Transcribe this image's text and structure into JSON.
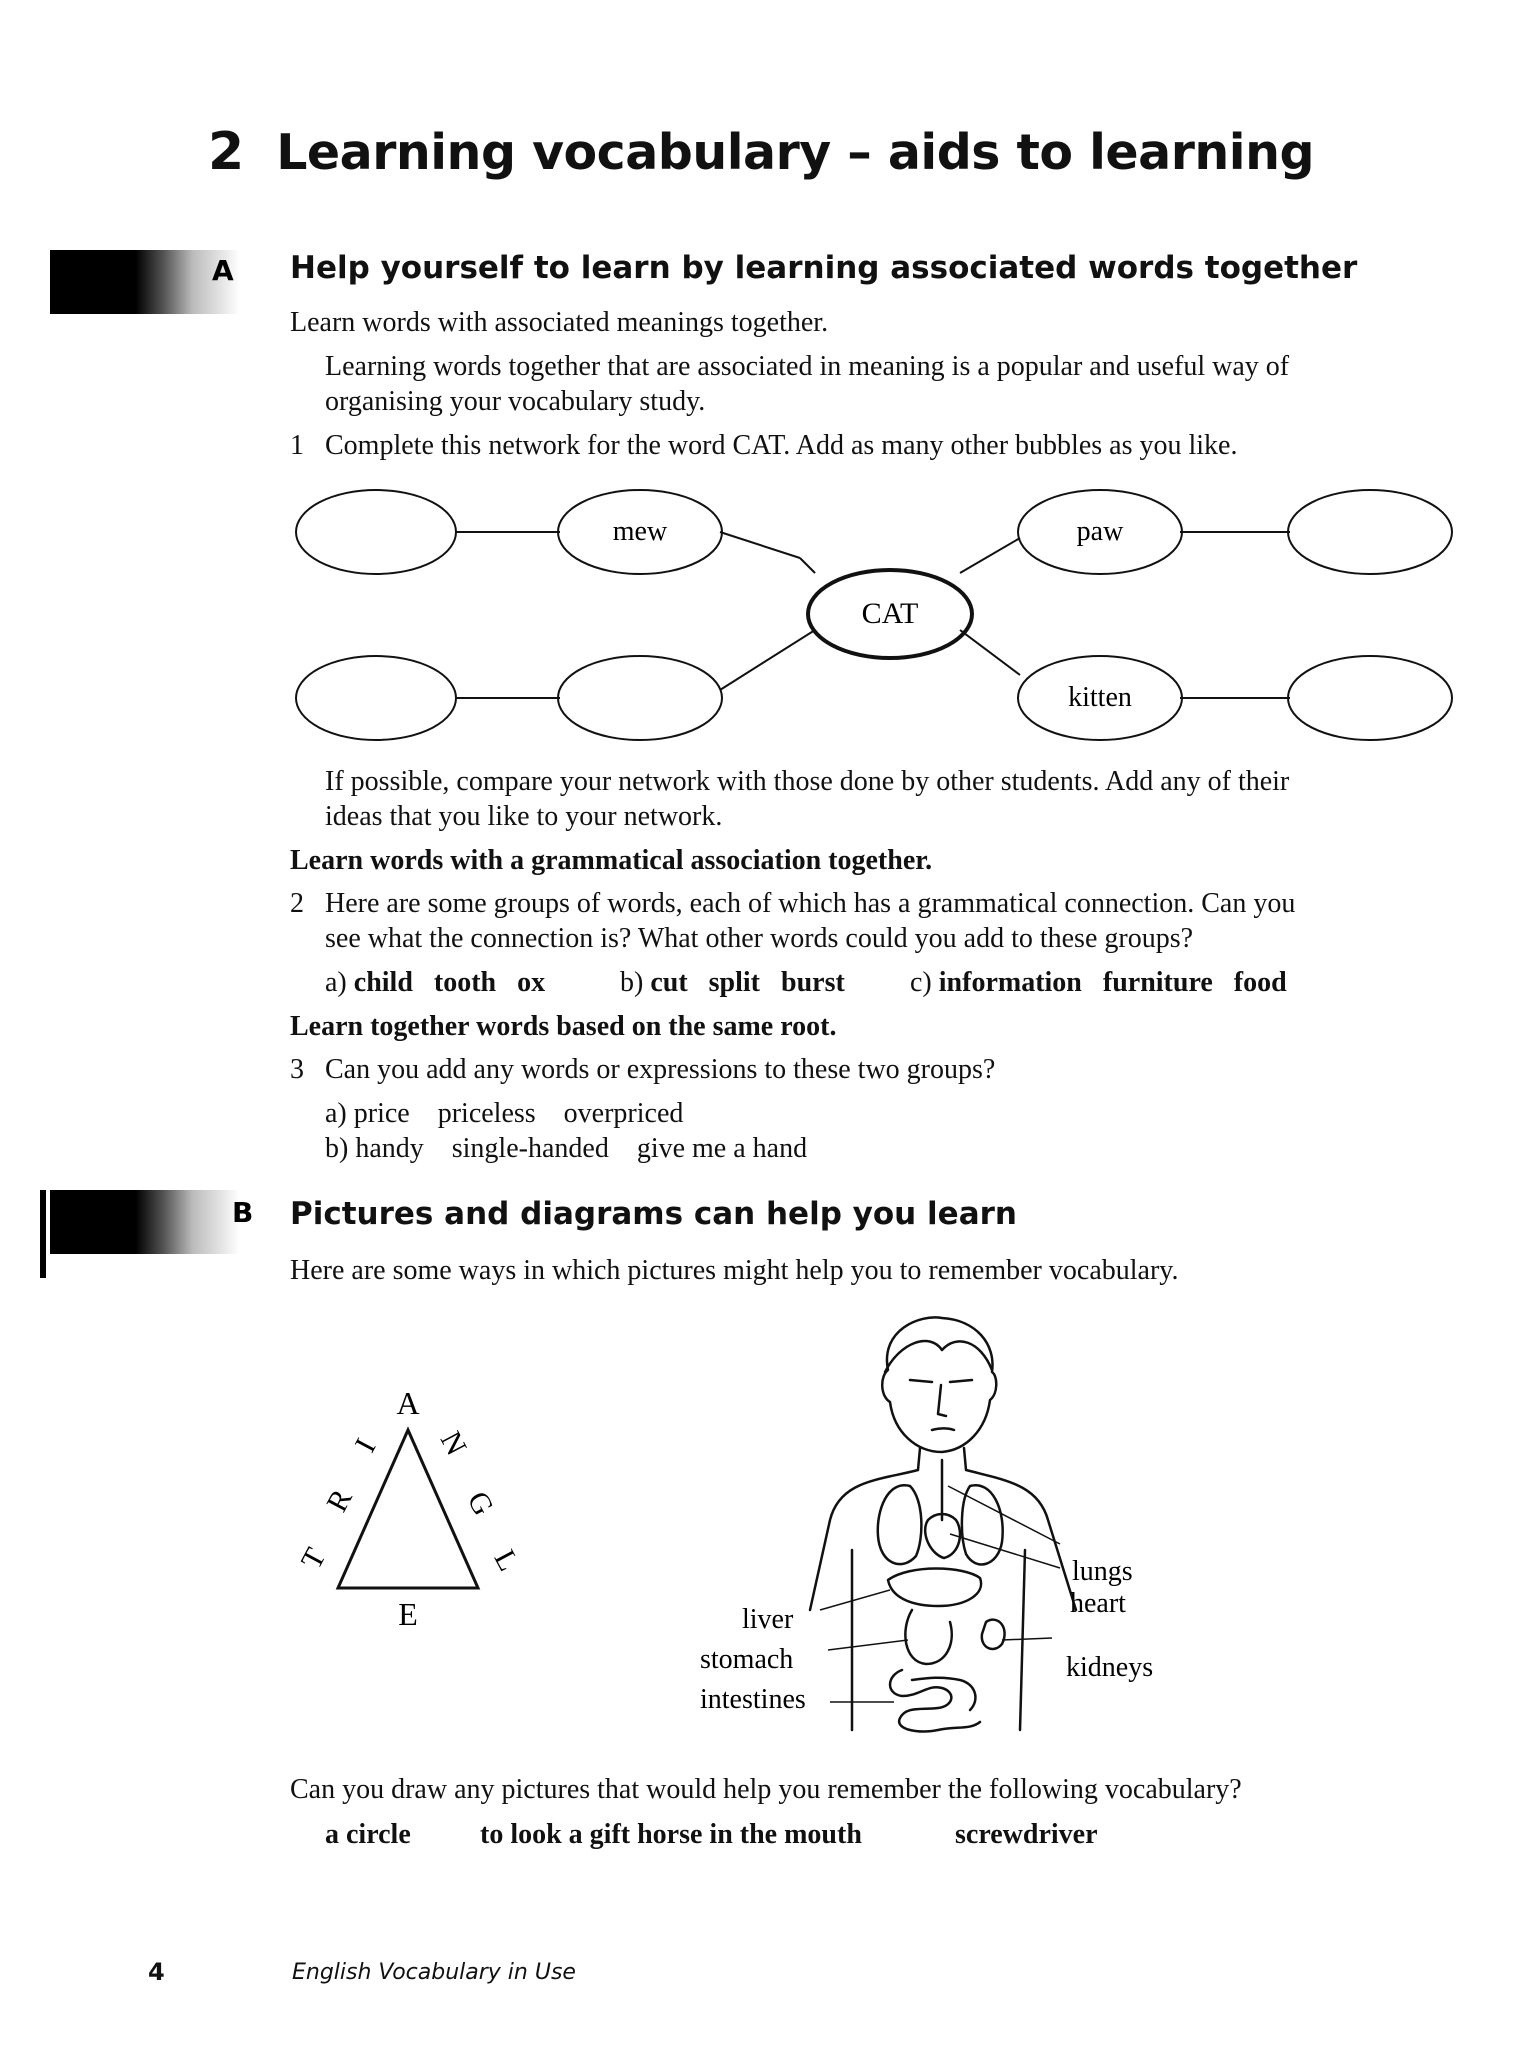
{
  "unit": {
    "number": "2",
    "title": "Learning vocabulary – aids to learning"
  },
  "section_a": {
    "letter": "A",
    "heading": "Help yourself to learn by learning associated words together",
    "intro": "Learn words with associated meanings together.",
    "para1_line1": "Learning words together that are associated in meaning is a popular and useful way of",
    "para1_line2": "organising your vocabulary study.",
    "ex1_num": "1",
    "ex1_text": "Complete this network for the word CAT. Add as many other bubbles as you like.",
    "network": {
      "center": "CAT",
      "words": [
        "mew",
        "paw",
        "kitten"
      ]
    },
    "after1_line1": "If possible, compare your network with those done by other students. Add any of their",
    "after1_line2": "ideas that you like to your network.",
    "gram_heading": "Learn words with a grammatical association together.",
    "ex2_num": "2",
    "ex2_line1": "Here are some groups of words, each of which has a grammatical connection. Can you",
    "ex2_line2": "see what the connection is? What other words could you add to these groups?",
    "ex2_groups": [
      {
        "label": "a)",
        "words": "child   tooth   ox"
      },
      {
        "label": "b)",
        "words": "cut   split   burst"
      },
      {
        "label": "c)",
        "words": "information   furniture   food"
      }
    ],
    "root_heading": "Learn together words based on the same root.",
    "ex3_num": "3",
    "ex3_text": "Can you add any words or expressions to these two groups?",
    "ex3_groups": [
      {
        "label": "a)",
        "words": "price    priceless    overpriced"
      },
      {
        "label": "b)",
        "words": "handy    single-handed    give me a hand"
      }
    ]
  },
  "section_b": {
    "letter": "B",
    "heading": "Pictures and diagrams can help you learn",
    "intro": "Here are some ways in which pictures might help you to remember vocabulary.",
    "triangle_letters": [
      "A",
      "E",
      "T",
      "R",
      "I",
      "N",
      "G",
      "L"
    ],
    "body_labels": [
      "lungs",
      "heart",
      "kidneys",
      "liver",
      "stomach",
      "intestines"
    ],
    "question": "Can you draw any pictures that would help you remember the following vocabulary?",
    "vocab": [
      "a circle",
      "to look a gift horse in the mouth",
      "screwdriver"
    ]
  },
  "footer": {
    "page": "4",
    "book": "English Vocabulary in Use"
  }
}
